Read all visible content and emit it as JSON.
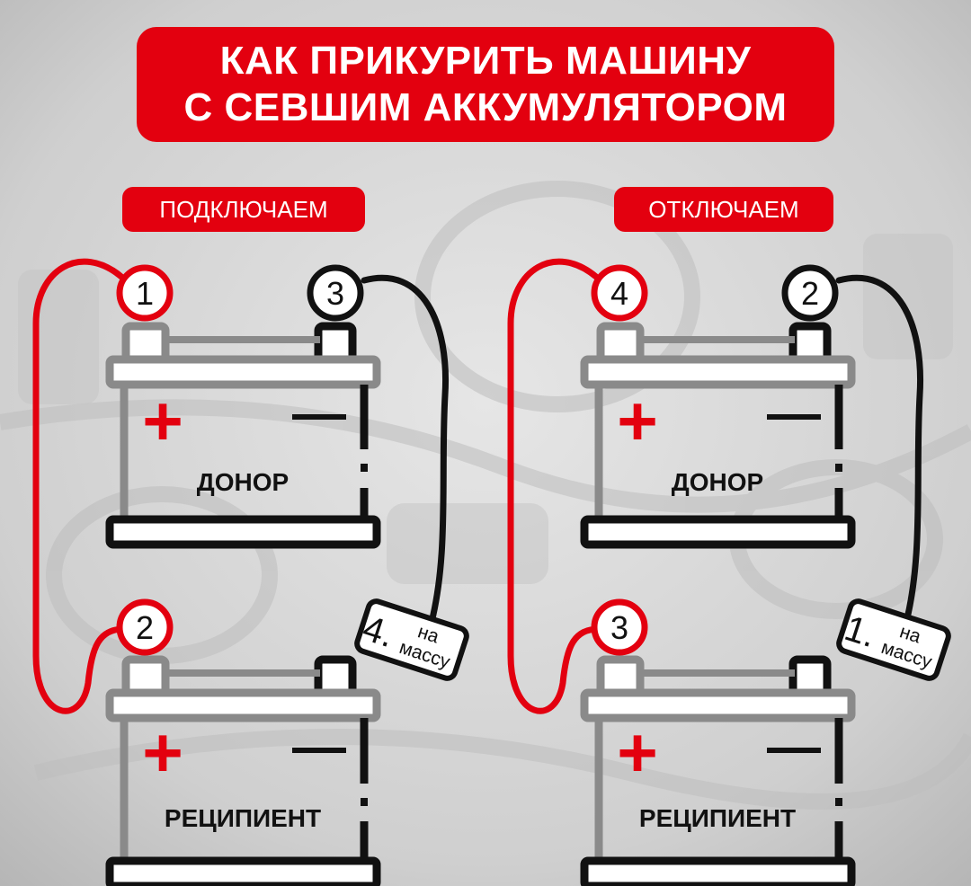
{
  "title": {
    "line1": "КАК ПРИКУРИТЬ МАШИНУ",
    "line2": "С СЕВШИМ АККУМУЛЯТОРОМ"
  },
  "colors": {
    "accent": "#e3000f",
    "cable_black": "#111111",
    "terminal_gray": "#8a8a8a"
  },
  "panels": {
    "connect": {
      "label": "ПОДКЛЮЧАЕМ",
      "donor": {
        "name": "ДОНОР",
        "plus": "+",
        "minus": "—"
      },
      "recipient": {
        "name": "РЕЦИПИЕНТ",
        "plus": "+",
        "minus": "—"
      },
      "steps": {
        "donor_plus": "1",
        "recipient_plus": "2",
        "donor_minus": "3"
      },
      "ground": {
        "number": "4.",
        "line1": "на",
        "line2": "массу"
      }
    },
    "disconnect": {
      "label": "ОТКЛЮЧАЕМ",
      "donor": {
        "name": "ДОНОР",
        "plus": "+",
        "minus": "—"
      },
      "recipient": {
        "name": "РЕЦИПИЕНТ",
        "plus": "+",
        "minus": "—"
      },
      "steps": {
        "donor_plus": "4",
        "recipient_plus": "3",
        "donor_minus": "2"
      },
      "ground": {
        "number": "1.",
        "line1": "на",
        "line2": "массу"
      }
    }
  }
}
